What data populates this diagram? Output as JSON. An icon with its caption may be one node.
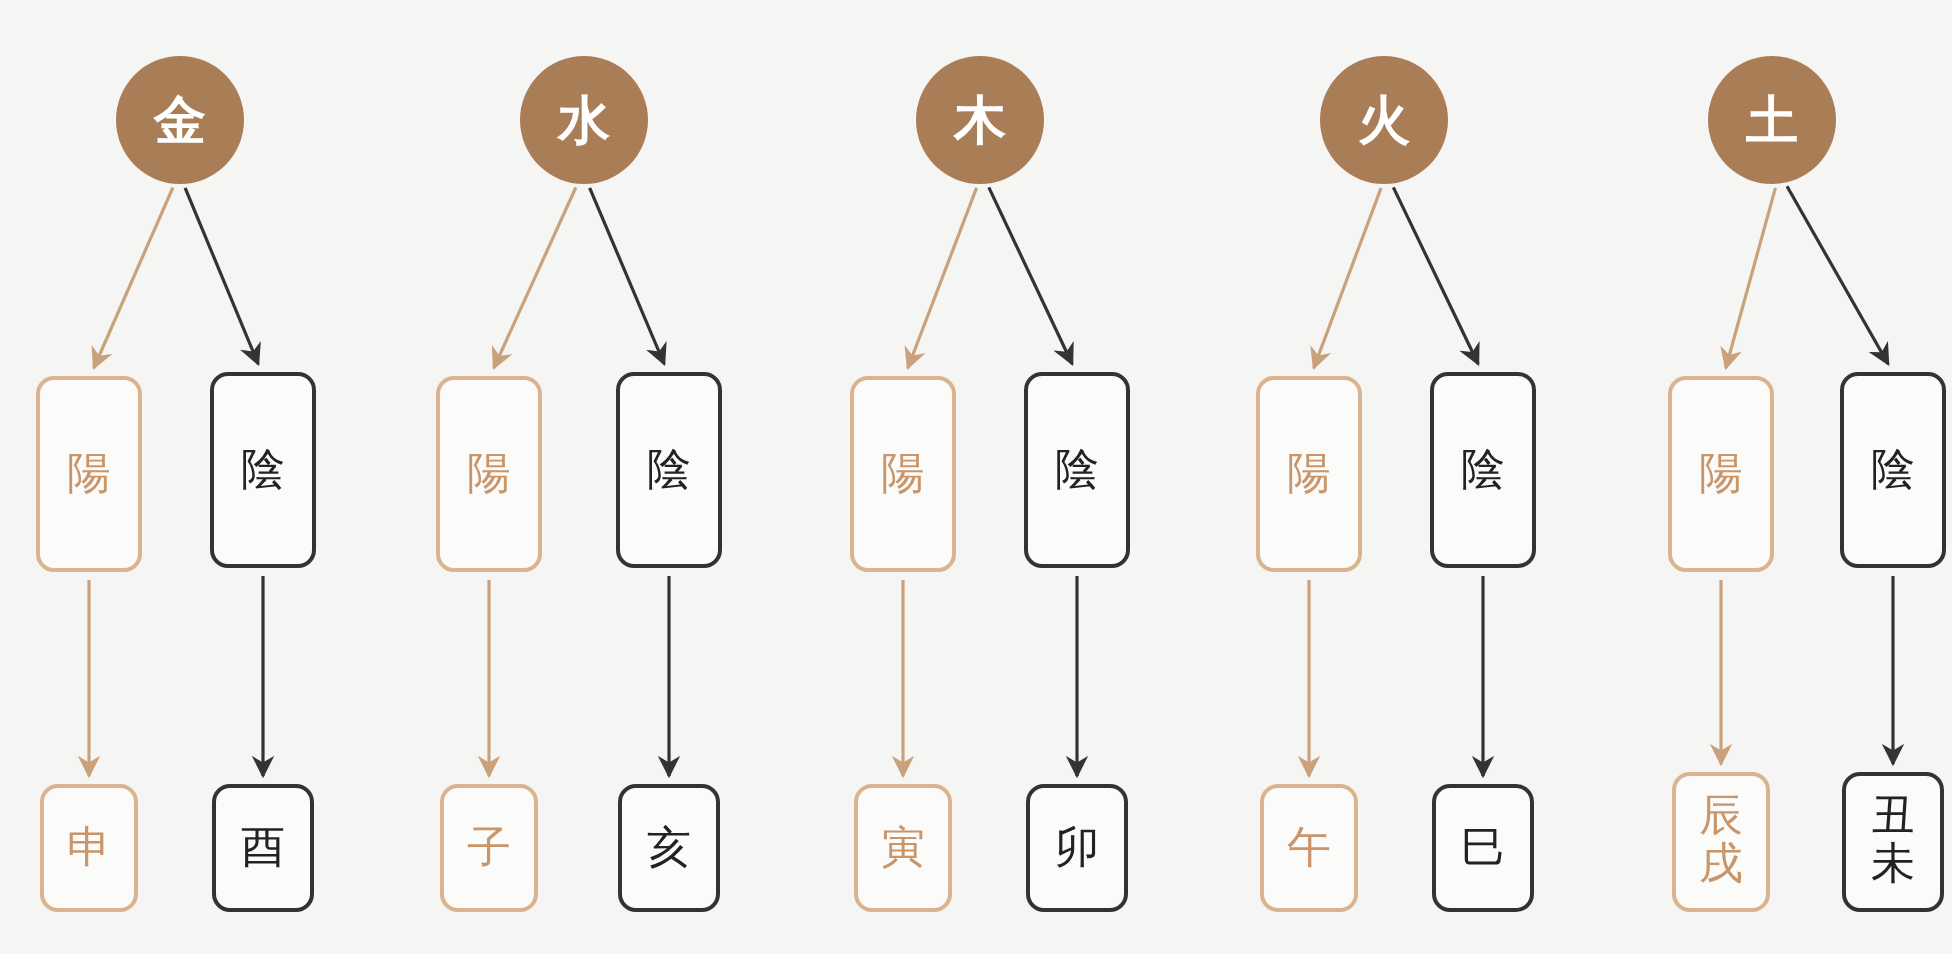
{
  "diagram": {
    "nodes": [
      {
        "text": [
          "金"
        ]
      },
      {
        "text": [
          "陽"
        ]
      },
      {
        "text": [
          "陰"
        ]
      },
      {
        "text": [
          "申"
        ]
      },
      {
        "text": [
          "酉"
        ]
      },
      {
        "text": [
          "水"
        ]
      },
      {
        "text": [
          "陽"
        ]
      },
      {
        "text": [
          "陰"
        ]
      },
      {
        "text": [
          "子"
        ]
      },
      {
        "text": [
          "亥"
        ]
      },
      {
        "text": [
          "木"
        ]
      },
      {
        "text": [
          "陽"
        ]
      },
      {
        "text": [
          "陰"
        ]
      },
      {
        "text": [
          "寅"
        ]
      },
      {
        "text": [
          "卯"
        ]
      },
      {
        "text": [
          "火"
        ]
      },
      {
        "text": [
          "陽"
        ]
      },
      {
        "text": [
          "陰"
        ]
      },
      {
        "text": [
          "午"
        ]
      },
      {
        "text": [
          "巳"
        ]
      },
      {
        "text": [
          "土"
        ]
      },
      {
        "text": [
          "陽"
        ]
      },
      {
        "text": [
          "陰"
        ]
      },
      {
        "text": [
          "辰戌"
        ]
      },
      {
        "text": [
          "丑未"
        ]
      }
    ],
    "edges": [
      {
        "from": 0,
        "to": 1,
        "arrow": "to",
        "color": "#c9a27c"
      },
      {
        "from": 0,
        "to": 2,
        "arrow": "to",
        "color": "#333333"
      },
      {
        "from": 1,
        "to": 3,
        "arrow": "to",
        "color": "#c9a27c"
      },
      {
        "from": 2,
        "to": 4,
        "arrow": "to",
        "color": "#333333"
      },
      {
        "from": 5,
        "to": 6,
        "arrow": "to",
        "color": "#c9a27c"
      },
      {
        "from": 5,
        "to": 7,
        "arrow": "to",
        "color": "#333333"
      },
      {
        "from": 6,
        "to": 8,
        "arrow": "to",
        "color": "#c9a27c"
      },
      {
        "from": 7,
        "to": 9,
        "arrow": "to",
        "color": "#333333"
      },
      {
        "from": 10,
        "to": 11,
        "arrow": "to",
        "color": "#c9a27c"
      },
      {
        "from": 10,
        "to": 12,
        "arrow": "to",
        "color": "#333333"
      },
      {
        "from": 11,
        "to": 13,
        "arrow": "to",
        "color": "#c9a27c"
      },
      {
        "from": 12,
        "to": 14,
        "arrow": "to",
        "color": "#333333"
      },
      {
        "from": 15,
        "to": 16,
        "arrow": "to",
        "color": "#c9a27c"
      },
      {
        "from": 15,
        "to": 17,
        "arrow": "to",
        "color": "#333333"
      },
      {
        "from": 16,
        "to": 18,
        "arrow": "to",
        "color": "#c9a27c"
      },
      {
        "from": 17,
        "to": 19,
        "arrow": "to",
        "color": "#333333"
      },
      {
        "from": 20,
        "to": 21,
        "arrow": "to",
        "color": "#c9a27c"
      },
      {
        "from": 20,
        "to": 22,
        "arrow": "to",
        "color": "#333333"
      },
      {
        "from": 21,
        "to": 23,
        "arrow": "to",
        "color": "#c9a27c"
      },
      {
        "from": 22,
        "to": 24,
        "arrow": "to",
        "color": "#333333"
      }
    ]
  }
}
